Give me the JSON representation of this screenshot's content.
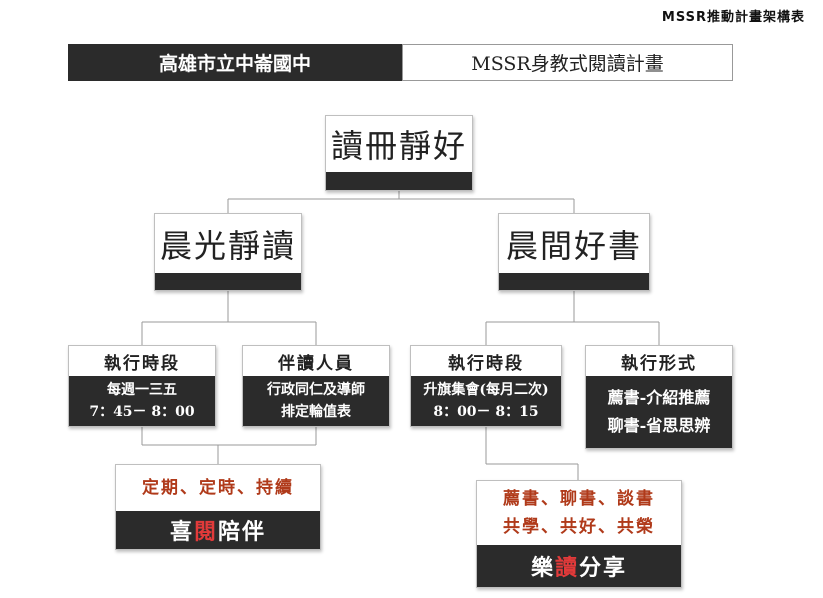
{
  "corner_title": "MSSR推動計畫架構表",
  "header": {
    "school": "高雄市立中崙國中",
    "program": "MSSR身教式閱讀計畫"
  },
  "root": {
    "label": "讀冊靜好"
  },
  "branches": [
    {
      "label": "晨光靜讀",
      "children": [
        {
          "head": "執行時段",
          "lines": [
            "每週一三五",
            "7：45－ 8：00"
          ]
        },
        {
          "head": "伴讀人員",
          "lines": [
            "行政同仁及導師",
            "排定輪值表"
          ]
        }
      ],
      "outcome": {
        "lines": [
          "定期、定時、持續"
        ],
        "title_pre": "喜",
        "title_hl": "閱",
        "title_post": "陪伴"
      }
    },
    {
      "label": "晨間好書",
      "children": [
        {
          "head": "執行時段",
          "lines": [
            "升旗集會(每月二次)",
            "8：00－ 8：15"
          ]
        },
        {
          "head": "執行形式",
          "lines": [
            "薦書-介紹推薦",
            "聊書-省思思辨"
          ]
        }
      ],
      "outcome": {
        "lines": [
          "薦書、聊書、談書",
          "共學、共好、共榮"
        ],
        "title_pre": "樂",
        "title_hl": "讀",
        "title_post": "分享"
      }
    }
  ]
}
